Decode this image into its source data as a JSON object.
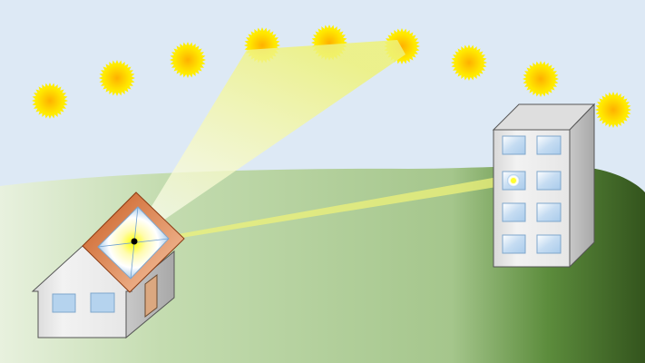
{
  "colors": {
    "sky": "#dde9f5",
    "hill_light": "#e6f0dc",
    "hill_mid": "#a9c98f",
    "hill_dark": "#365a1f",
    "sun_outer": "#ffee00",
    "sun_core": "#ffb400",
    "roof_panel": "#e07a3a",
    "window_blue": "#b5d3ee",
    "beam": "#f3f5a0",
    "wall": "#eeeeee",
    "door": "#dba880"
  },
  "suns": [
    {
      "id": 1
    },
    {
      "id": 2
    },
    {
      "id": 3
    },
    {
      "id": 4
    },
    {
      "id": 5
    },
    {
      "id": 6
    },
    {
      "id": 7
    },
    {
      "id": 8
    },
    {
      "id": 9
    }
  ]
}
